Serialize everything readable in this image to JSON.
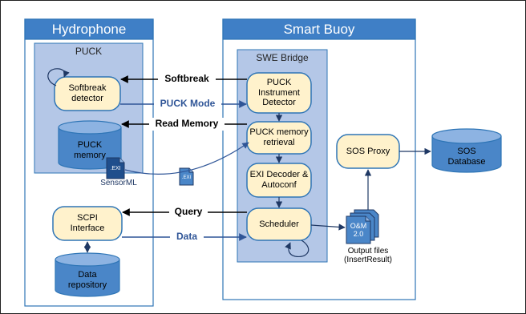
{
  "containers": {
    "hydrophone": "Hydrophone",
    "smart_buoy": "Smart Buoy",
    "puck": "PUCK",
    "swe_bridge": "SWE Bridge"
  },
  "nodes": {
    "softbreak_detector": "Softbreak\ndetector",
    "puck_memory": "PUCK\nmemory",
    "scpi_interface": "SCPI\nInterface",
    "data_repository": "Data\nrepository",
    "puck_instrument_detector": "PUCK\nInstrument\nDetector",
    "puck_memory_retrieval": "PUCK memory\nretrieval",
    "exi_decoder": "EXI Decoder &\nAutoconf",
    "scheduler": "Scheduler",
    "sos_proxy": "SOS Proxy",
    "sos_database": "SOS\nDatabase"
  },
  "documents": {
    "exi_label": ".EXI",
    "sensorml_label": "SensorML",
    "om_label": "O&M\n2.0",
    "output_caption": "Output files\n(InsertResult)"
  },
  "edges": {
    "softbreak": "Softbreak",
    "puck_mode": "PUCK Mode",
    "read_memory": "Read Memory",
    "query": "Query",
    "data": "Data"
  },
  "colors": {
    "container_fill": "#ffffff",
    "container_border": "#2e75b6",
    "container_header": "#3f7fc6",
    "inner_fill": "#b4c7e7",
    "node_fill": "#fff2cc",
    "node_border": "#2e75b6",
    "database_fill": "#4a86c8",
    "edge_black": "#000000",
    "edge_blue": "#2f5597"
  }
}
